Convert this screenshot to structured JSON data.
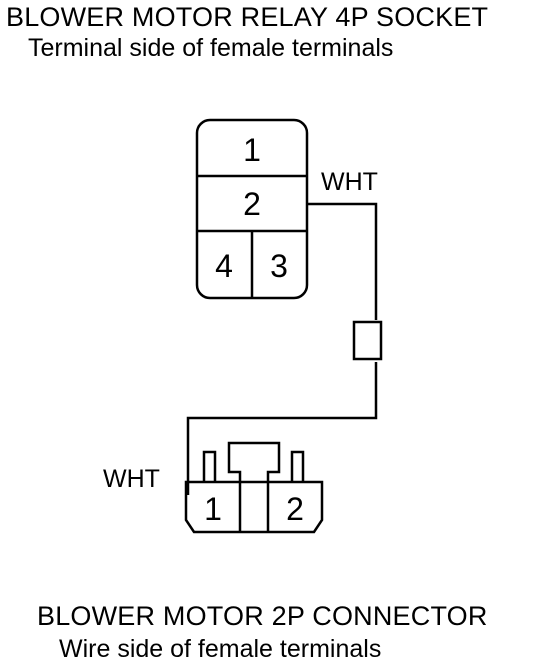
{
  "relay_socket": {
    "title": "BLOWER MOTOR RELAY 4P SOCKET",
    "subtitle": "Terminal side of female terminals",
    "pins": [
      "1",
      "2",
      "4",
      "3"
    ]
  },
  "wire": {
    "top_label": "WHT",
    "bottom_label": "WHT",
    "color": "#000000"
  },
  "motor_connector": {
    "title": "BLOWER MOTOR 2P CONNECTOR",
    "subtitle": "Wire side of female terminals",
    "pins": [
      "1",
      "2"
    ]
  }
}
